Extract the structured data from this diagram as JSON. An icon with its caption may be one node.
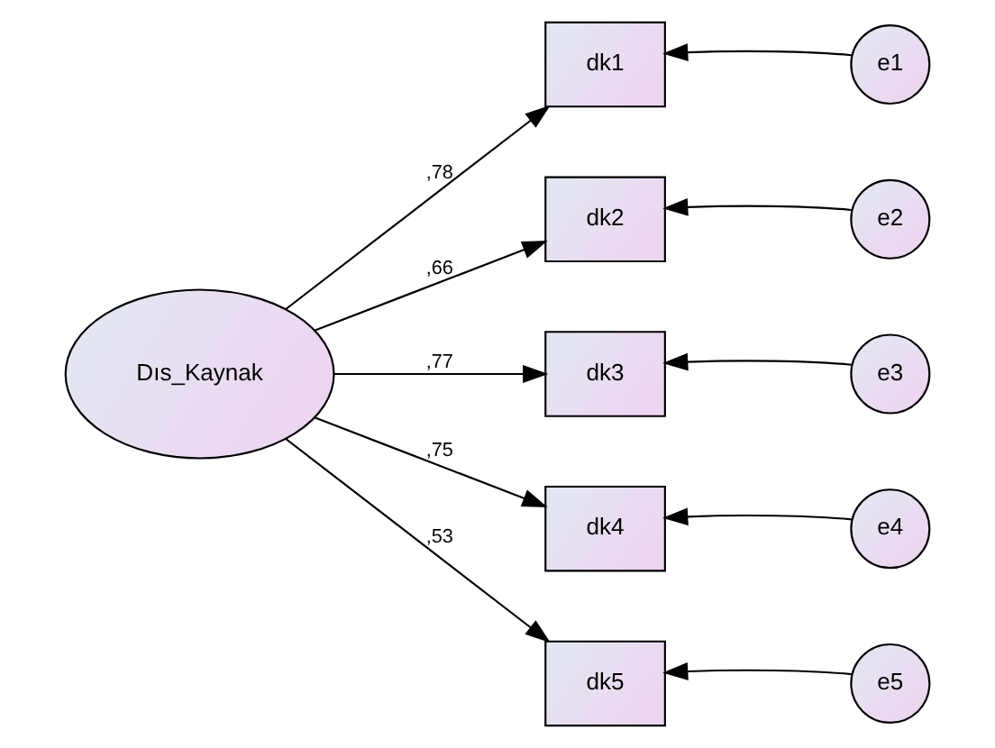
{
  "diagram": {
    "nodes": [
      {
        "text": [
          "Dıs_Kaynak"
        ]
      },
      {
        "text": [
          "dk1"
        ]
      },
      {
        "text": [
          "dk2"
        ]
      },
      {
        "text": [
          "dk3"
        ]
      },
      {
        "text": [
          "dk4"
        ]
      },
      {
        "text": [
          "dk5"
        ]
      },
      {
        "text": [
          "e1"
        ]
      },
      {
        "text": [
          "e2"
        ]
      },
      {
        "text": [
          "e3"
        ]
      },
      {
        "text": [
          "e4"
        ]
      },
      {
        "text": [
          "e5"
        ]
      }
    ],
    "edges": [
      {
        "from": 0,
        "to": 1,
        "arrow": "to",
        "label": ",78"
      },
      {
        "from": 0,
        "to": 2,
        "arrow": "to",
        "label": ",66"
      },
      {
        "from": 0,
        "to": 3,
        "arrow": "to",
        "label": ",77"
      },
      {
        "from": 0,
        "to": 4,
        "arrow": "to",
        "label": ",75"
      },
      {
        "from": 0,
        "to": 5,
        "arrow": "to",
        "label": ",53"
      },
      {
        "from": 6,
        "to": 1,
        "arrow": "to"
      },
      {
        "from": 7,
        "to": 2,
        "arrow": "to"
      },
      {
        "from": 8,
        "to": 3,
        "arrow": "to"
      },
      {
        "from": 9,
        "to": 4,
        "arrow": "to"
      },
      {
        "from": 10,
        "to": 5,
        "arrow": "to"
      }
    ]
  }
}
